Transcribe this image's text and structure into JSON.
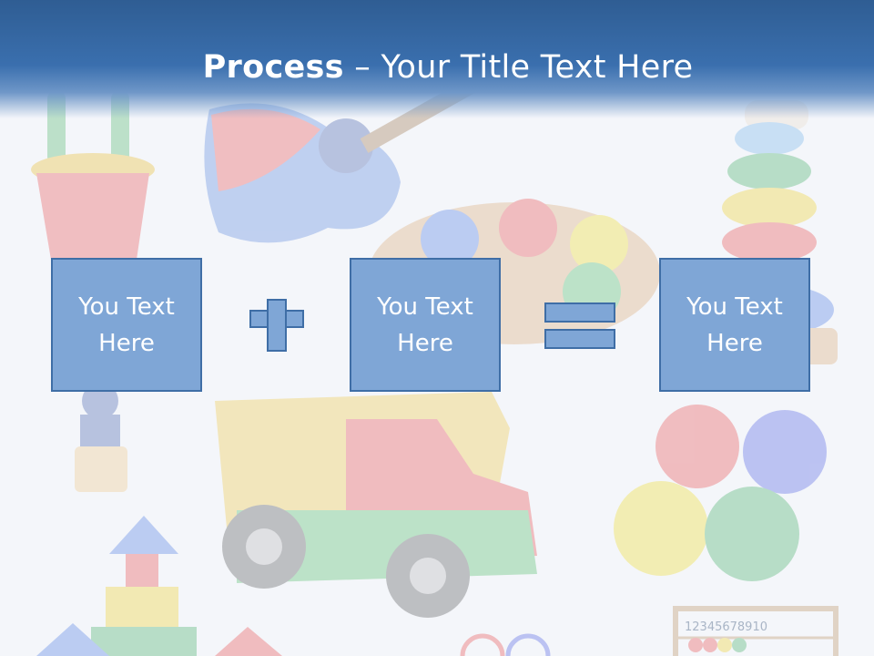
{
  "slide": {
    "title_bold": "Process",
    "title_rest": " – Your Title Text Here",
    "boxes": [
      {
        "text": "You Text\nHere"
      },
      {
        "text": "You Text\nHere"
      },
      {
        "text": "You Text\nHere"
      }
    ],
    "abacus_numbers": "12345678910"
  },
  "colors": {
    "header": "#3a6fae",
    "box_fill": "#7fa6d6",
    "box_border": "#3f6ea6",
    "text": "#ffffff"
  }
}
